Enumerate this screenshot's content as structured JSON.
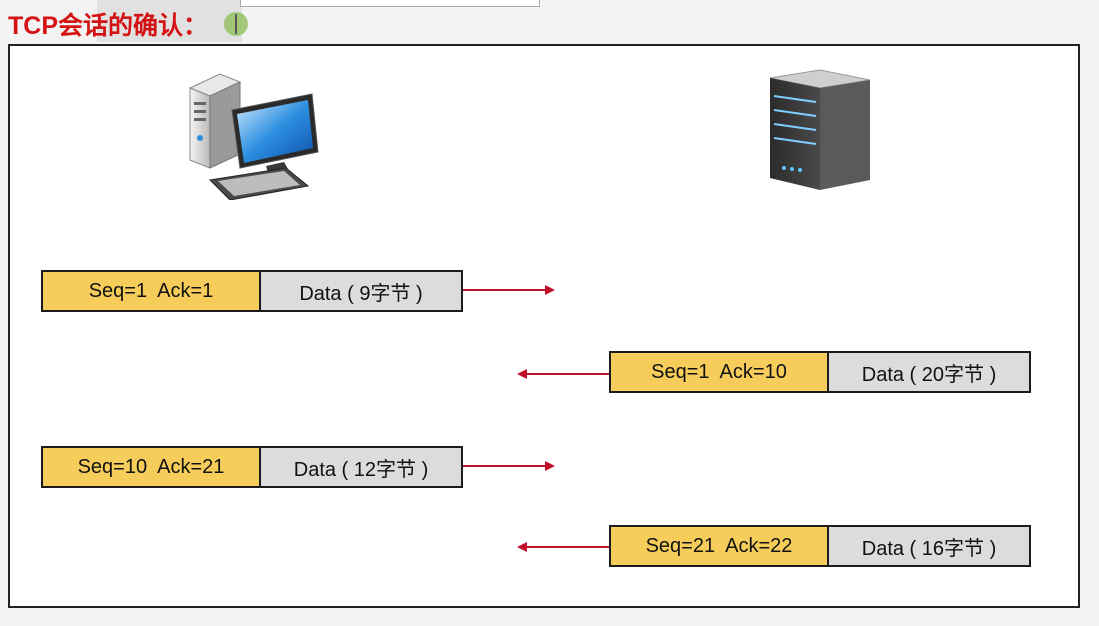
{
  "title": "TCP会话的确认：",
  "colors": {
    "title": "#d41414",
    "seq_segment": "#f6cd5a",
    "data_segment": "#dcdcdc",
    "arrow": "#c0102a"
  },
  "hosts": {
    "client_icon": "desktop-computer-icon",
    "server_icon": "server-tower-icon"
  },
  "packets": [
    {
      "seq": "Seq=1  Ack=1",
      "data": "Data ( 9字节 )",
      "direction": "client-to-server"
    },
    {
      "seq": "Seq=1  Ack=10",
      "data": "Data ( 20字节 )",
      "direction": "server-to-client"
    },
    {
      "seq": "Seq=10  Ack=21",
      "data": "Data ( 12字节 )",
      "direction": "client-to-server"
    },
    {
      "seq": "Seq=21  Ack=22",
      "data": "Data ( 16字节 )",
      "direction": "server-to-client"
    }
  ]
}
